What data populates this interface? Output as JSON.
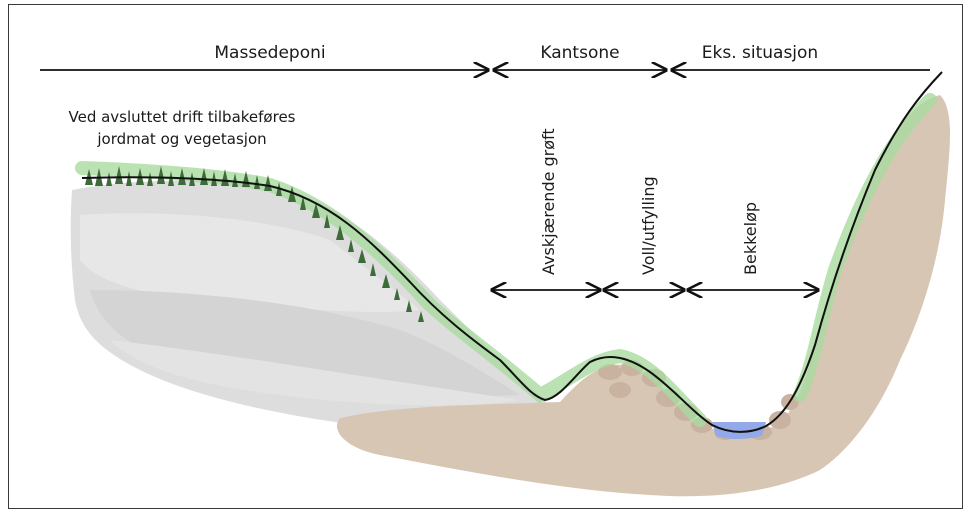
{
  "zones": {
    "massedeponi": "Massedeponi",
    "kantsone": "Kantsone",
    "eks_situasjon": "Eks. situasjon"
  },
  "note": {
    "line1": "Ved avsluttet drift tilbakeføres",
    "line2": "jordmat og vegetasjon"
  },
  "features": {
    "groft": "Avskjærende grøft",
    "voll": "Voll/utfylling",
    "bekk": "Bekkeløp"
  },
  "colors": {
    "fill_grey": "#d9d9d9",
    "soil": "#d8c6b4",
    "vegetation": "#a9dba0",
    "trees": "#3d6b3a",
    "water": "#93a9e8"
  }
}
